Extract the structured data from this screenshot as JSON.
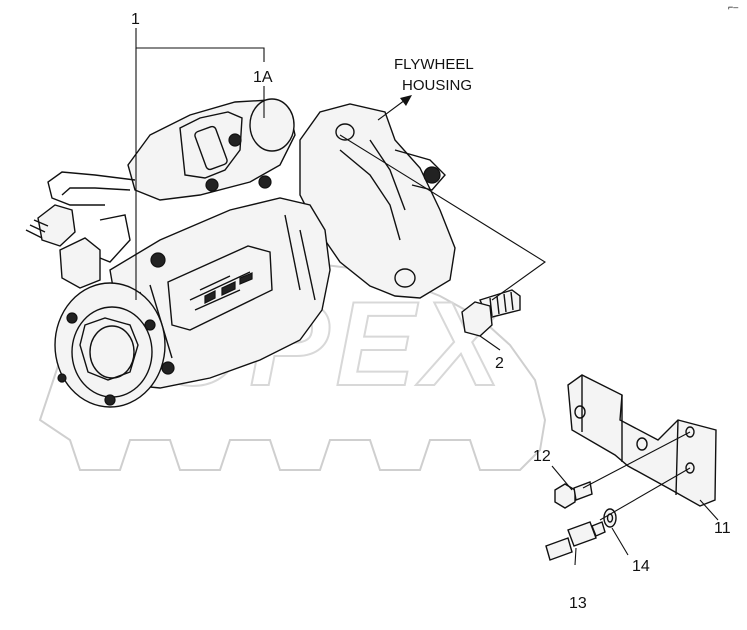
{
  "callouts": {
    "c1": "1",
    "c1a": "1A",
    "c2": "2",
    "c11": "11",
    "c12": "12",
    "c13": "13",
    "c14": "14"
  },
  "direction_label": {
    "line1": "FLYWHEEL",
    "line2": "HOUSING"
  },
  "corner_mark": "⌐–",
  "watermark_text": "OPEX"
}
